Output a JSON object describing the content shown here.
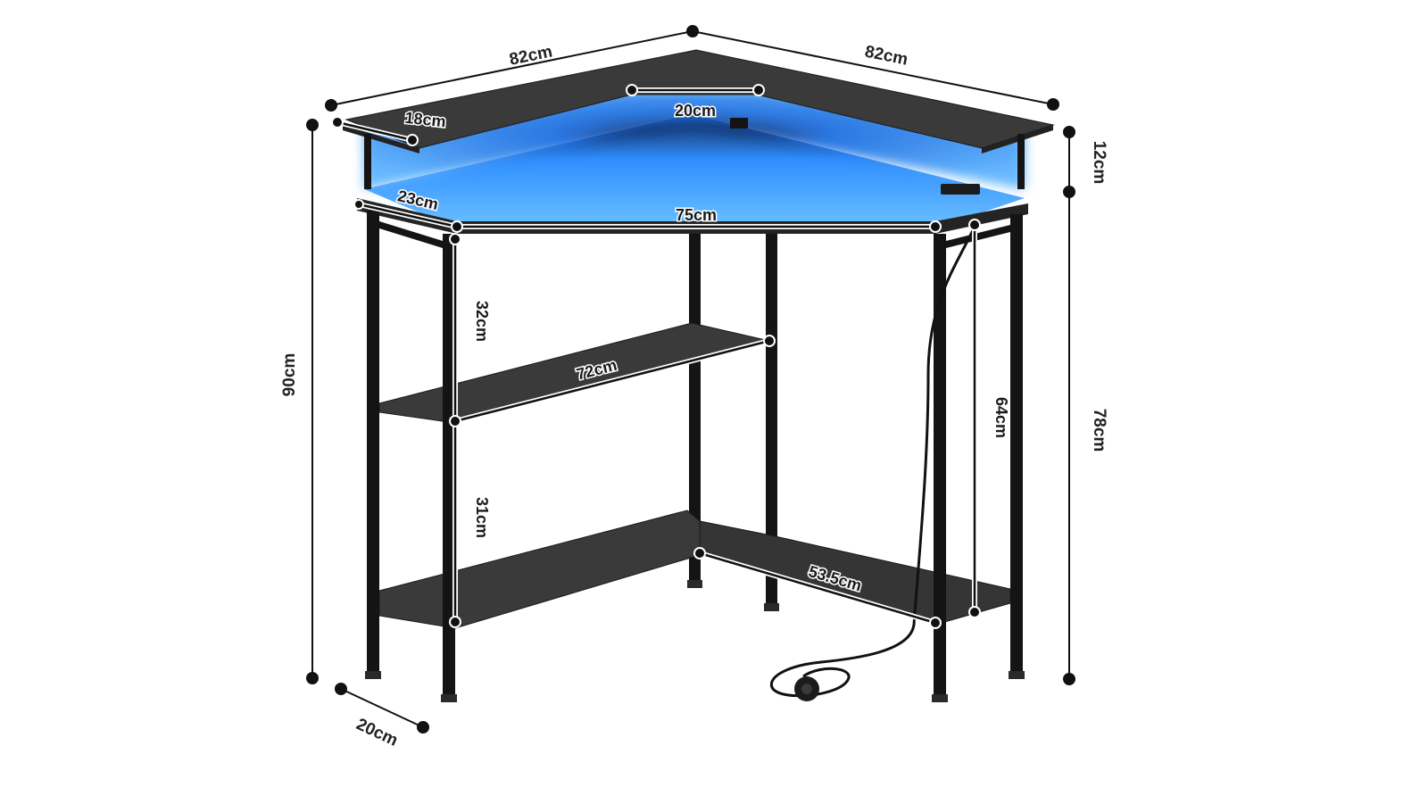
{
  "image": {
    "subject": "corner-desk-product-dimensions"
  },
  "colors": {
    "frame": "#141414",
    "board": "#3a3a3a",
    "board_dark": "#2a2a2a",
    "led_glow": "#2f8fff",
    "dimension_line": "#111111",
    "inner_dimension_line": "#ffffff",
    "background": "#ffffff"
  },
  "dimensions": {
    "top_left_width": "82cm",
    "top_right_width": "82cm",
    "hutch_left_depth": "18cm",
    "hutch_center_depth": "20cm",
    "desk_left_depth": "23cm",
    "desk_front_width": "75cm",
    "hutch_height": "12cm",
    "total_height": "90cm",
    "desk_height": "78cm",
    "upper_shelf_gap": "32cm",
    "lower_shelf_gap": "31cm",
    "middle_shelf_width": "72cm",
    "bottom_shelf_width": "53.5cm",
    "right_leg_clearance": "64cm",
    "leg_depth": "20cm"
  }
}
